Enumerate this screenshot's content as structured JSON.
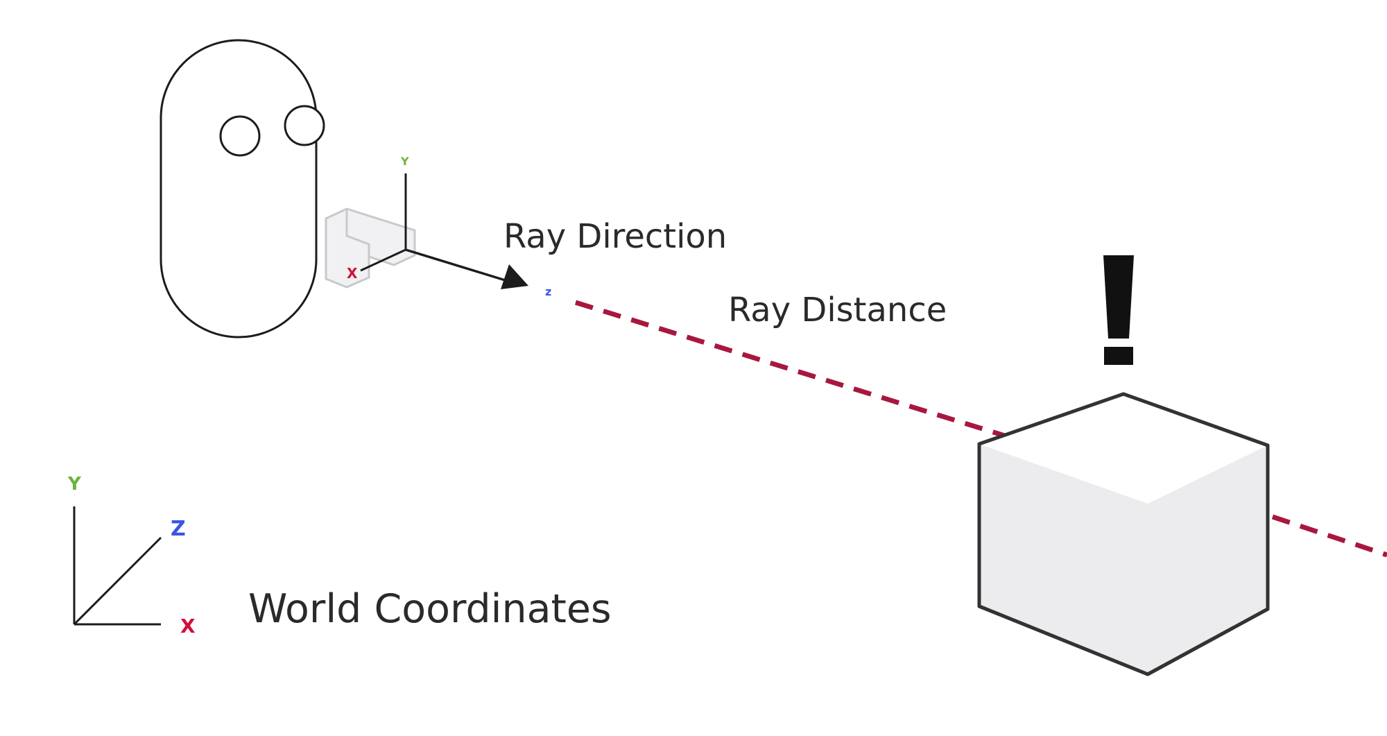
{
  "labels": {
    "ray_direction": "Ray Direction",
    "ray_distance": "Ray Distance",
    "world_coordinates": "World Coordinates",
    "exclamation": "!"
  },
  "world_axes": {
    "y": "Y",
    "z": "Z",
    "x": "X"
  },
  "controller_axes": {
    "y": "Y",
    "x": "X",
    "z": "z"
  },
  "colors": {
    "y_axis": "#6db33f",
    "z_axis": "#3b55e6",
    "x_axis": "#d0103a",
    "ray": "#a8173e",
    "stroke": "#2b2b2b",
    "cube_fill": "#ececee"
  }
}
